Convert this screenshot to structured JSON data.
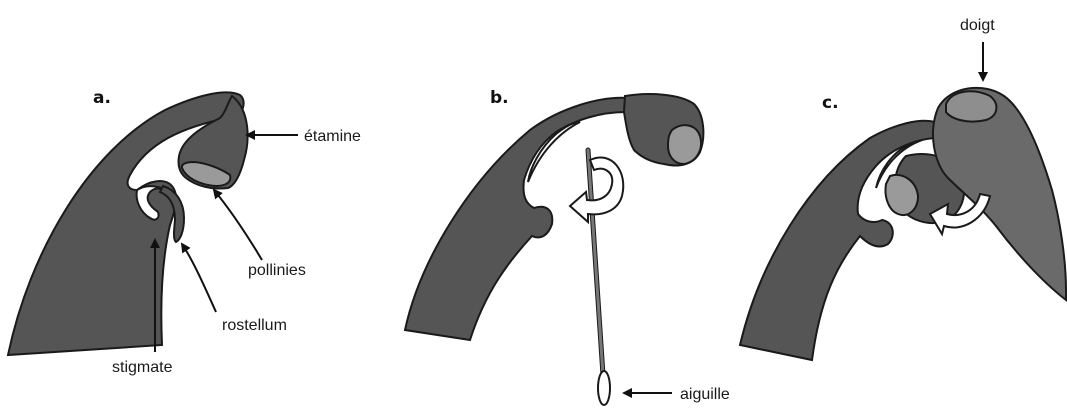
{
  "panels": {
    "a": {
      "letter": "a."
    },
    "b": {
      "letter": "b."
    },
    "c": {
      "letter": "c."
    }
  },
  "labels": {
    "etamine": "étamine",
    "pollinies": "pollinies",
    "rostellum": "rostellum",
    "stigmate": "stigmate",
    "aiguille": "aiguille",
    "doigt": "doigt"
  },
  "colors": {
    "tissue": "#555555",
    "pollinia": "#9a9a9a",
    "outline": "#1a1a1a",
    "needle": "#777777",
    "finger": "#6a6a6a",
    "nail": "#8e8e8e",
    "arrow_fill": "#ffffff"
  }
}
